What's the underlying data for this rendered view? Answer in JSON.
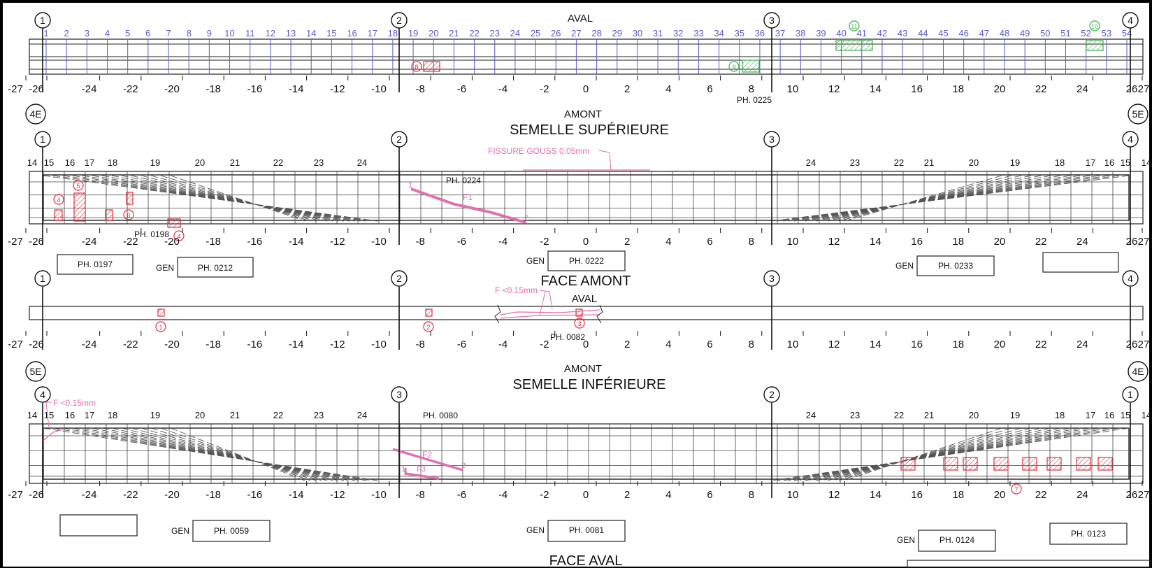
{
  "colors": {
    "ink": "#111111",
    "grid": "#444444",
    "stiffener_blue": "#5a5acd",
    "defect_red": "#e0303a",
    "crack_pink": "#e070b0",
    "repair_green": "#3cb04a",
    "frame": "#000000"
  },
  "axis_labels": [
    "1",
    "2",
    "3",
    "4"
  ],
  "section_labels": {
    "aval": "AVAL",
    "amont": "AMONT",
    "semelle_sup": "SEMELLE SUPÉRIEURE",
    "face_amont": "FACE AMONT",
    "semelle_inf": "SEMELLE INFÉRIEURE",
    "face_aval": "FACE AVAL",
    "gen": "GEN",
    "axis_4e": "4E",
    "axis_5e": "5E"
  },
  "stiffener_numbers": [
    "1",
    "2",
    "3",
    "4",
    "5",
    "6",
    "7",
    "8",
    "9",
    "10",
    "11",
    "12",
    "13",
    "14",
    "15",
    "16",
    "17",
    "18",
    "19",
    "20",
    "21",
    "22",
    "23",
    "24",
    "25",
    "26",
    "27",
    "28",
    "29",
    "30",
    "31",
    "32",
    "33",
    "34",
    "35",
    "36",
    "37",
    "38",
    "39",
    "40",
    "41",
    "42",
    "43",
    "44",
    "45",
    "46",
    "47",
    "48",
    "49",
    "50",
    "51",
    "52",
    "53",
    "54"
  ],
  "flange_numbers_left": [
    "14",
    "15",
    "16",
    "17",
    "18",
    "19",
    "20",
    "21",
    "22",
    "23",
    "24"
  ],
  "flange_numbers_right": [
    "24",
    "23",
    "22",
    "21",
    "20",
    "19",
    "18",
    "17",
    "16",
    "15",
    "14"
  ],
  "dimension_scale": [
    "-27",
    "-26",
    "-24",
    "-22",
    "-20",
    "-18",
    "-16",
    "-14",
    "-12",
    "-10",
    "-8",
    "-6",
    "-4",
    "-2",
    "0",
    "2",
    "4",
    "6",
    "8",
    "10",
    "12",
    "14",
    "16",
    "18",
    "20",
    "22",
    "24",
    "26",
    "27"
  ],
  "photo_refs": {
    "ph0225": "PH. 0225",
    "ph0224": "PH. 0224",
    "ph0198": "PH. 0198",
    "ph0197": "PH. 0197",
    "ph0212": "PH. 0212",
    "ph0222": "PH. 0222",
    "ph0233": "PH. 0233",
    "ph0082": "PH. 0082",
    "ph0080": "PH. 0080",
    "ph0059": "PH. 0059",
    "ph0081": "PH. 0081",
    "ph0124": "PH. 0124",
    "ph0123": "PH. 0123"
  },
  "crack_labels": {
    "fissure_gouss": "FISSURE GOUSS 0.05mm",
    "f1": "F1",
    "f2": "F2",
    "f3": "F3",
    "f_lt_015_web": "F <0.15mm",
    "f_lt_015_flange": "F <0.15mm",
    "end1": "1",
    "end2": "2"
  },
  "defect_markers": [
    "1",
    "2",
    "3",
    "4",
    "5",
    "6",
    "7",
    "8",
    "9",
    "10",
    "11"
  ]
}
